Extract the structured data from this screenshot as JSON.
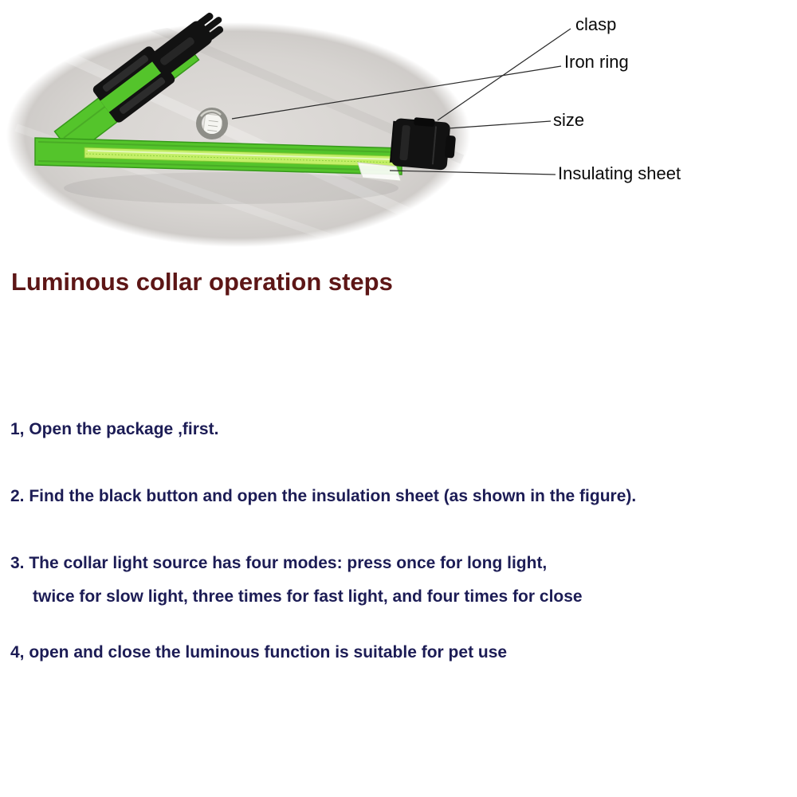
{
  "diagram": {
    "labels": {
      "clasp": "clasp",
      "iron_ring": "Iron ring",
      "size": "size",
      "insulating_sheet": "Insulating sheet"
    }
  },
  "instructions": {
    "title": "Luminous collar operation steps",
    "steps": {
      "s1": "1, Open the package ,first.",
      "s2": "2. Find the black button and open the insulation sheet (as shown in the figure).",
      "s3a": "3. The collar light source has four modes: press once for long light,",
      "s3b": "twice for slow light, three times for fast light, and four times for close",
      "s4": "4, open and close the luminous function is suitable for pet use"
    }
  },
  "colors": {
    "strap_green": "#54c42b",
    "strap_green_dark": "#36991a",
    "led_strip": "#c4ef68",
    "led_strip_border": "#82c832",
    "buckle_black": "#121212",
    "ring_metal": "#8e8e88",
    "fabric_gray": "#d7d4d1",
    "title_maroon": "#5d1616",
    "steps_navy": "#1c1c55",
    "label_text": "#0a0a0a",
    "leader_line": "#2a2a2a"
  }
}
